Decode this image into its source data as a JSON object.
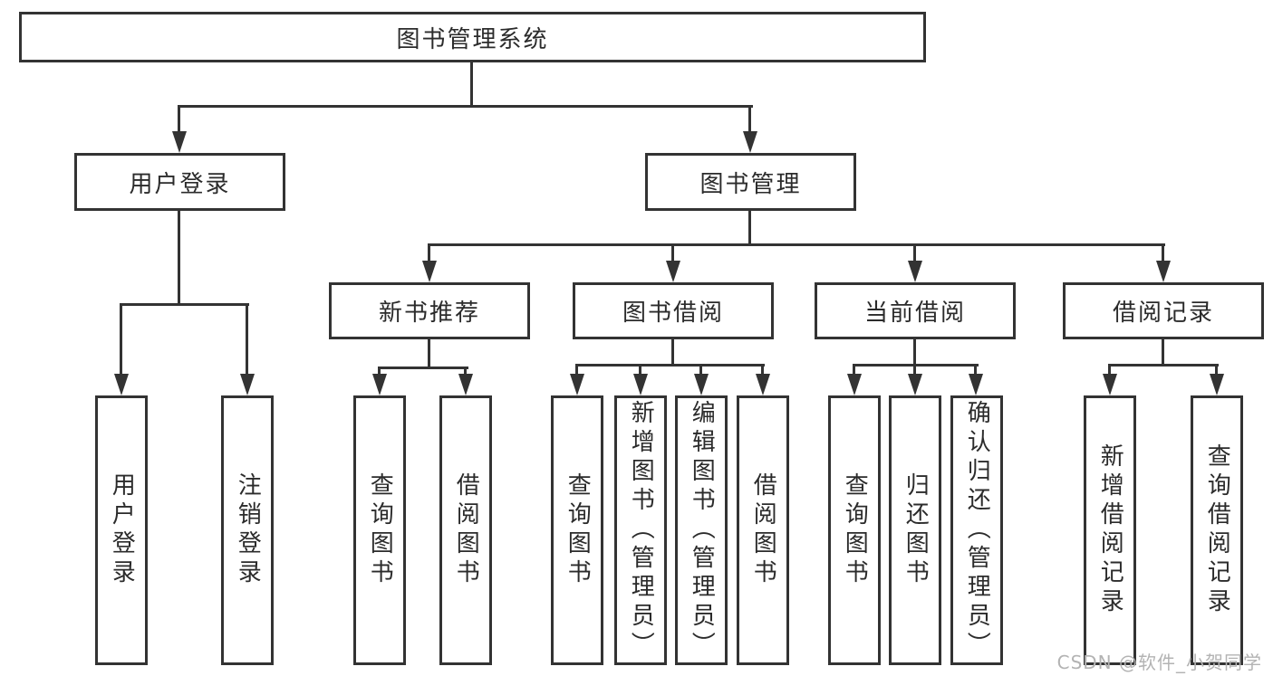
{
  "diagram": {
    "root": {
      "label": "图书管理系统"
    },
    "level2": {
      "user_login": {
        "label": "用户登录"
      },
      "book_mgmt": {
        "label": "图书管理"
      }
    },
    "level3": {
      "new_book": {
        "label": "新书推荐"
      },
      "book_borrow": {
        "label": "图书借阅"
      },
      "current_borrow": {
        "label": "当前借阅"
      },
      "borrow_record": {
        "label": "借阅记录"
      }
    },
    "leaves": {
      "user_login": {
        "label": "用户登录"
      },
      "logout": {
        "label": "注销登录"
      },
      "nb_query": {
        "label": "查询图书"
      },
      "nb_borrow": {
        "label": "借阅图书"
      },
      "bb_query": {
        "label": "查询图书"
      },
      "bb_add": {
        "label": "新增图书（管理员）"
      },
      "bb_edit": {
        "label": "编辑图书（管理员）"
      },
      "bb_borrow": {
        "label": "借阅图书"
      },
      "cb_query": {
        "label": "查询图书"
      },
      "cb_return": {
        "label": "归还图书"
      },
      "cb_confirm": {
        "label": "确认归还（管理员）"
      },
      "br_add": {
        "label": "新增借阅记录"
      },
      "br_query": {
        "label": "查询借阅记录"
      }
    },
    "colors": {
      "line": "#333333",
      "text": "#2b2b2b",
      "watermark": "#b3b3b3",
      "background": "#ffffff"
    }
  },
  "watermark": {
    "text": "CSDN @软件_小贺同学"
  }
}
